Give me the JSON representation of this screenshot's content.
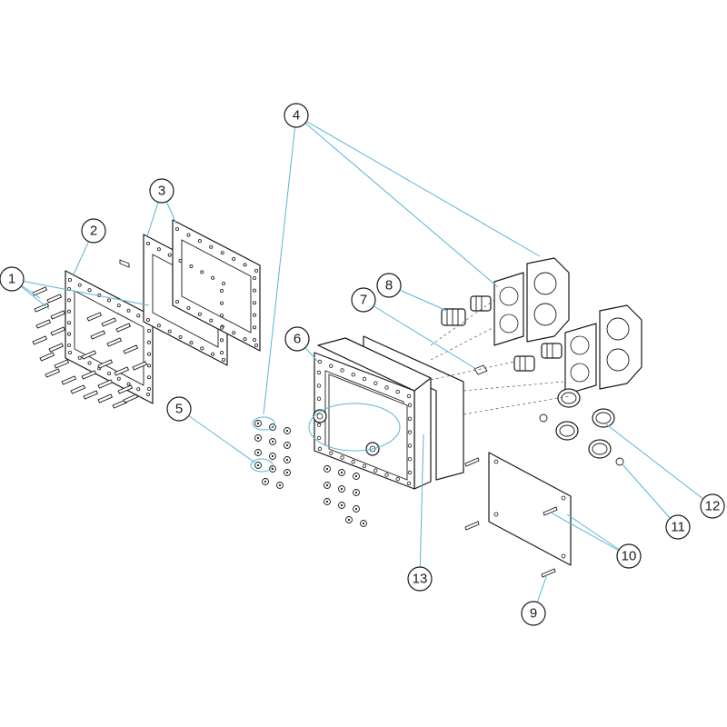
{
  "colors": {
    "leader": "#5ab4d6",
    "line": "#1a1a1a"
  },
  "callouts": [
    {
      "id": "c1",
      "label": "1"
    },
    {
      "id": "c2",
      "label": "2"
    },
    {
      "id": "c3",
      "label": "3"
    },
    {
      "id": "c4",
      "label": "4"
    },
    {
      "id": "c5",
      "label": "5"
    },
    {
      "id": "c6",
      "label": "6"
    },
    {
      "id": "c7",
      "label": "7"
    },
    {
      "id": "c8",
      "label": "8"
    },
    {
      "id": "c9",
      "label": "9"
    },
    {
      "id": "c10",
      "label": "10"
    },
    {
      "id": "c11",
      "label": "11"
    },
    {
      "id": "c12",
      "label": "12"
    },
    {
      "id": "c13",
      "label": "13"
    }
  ]
}
